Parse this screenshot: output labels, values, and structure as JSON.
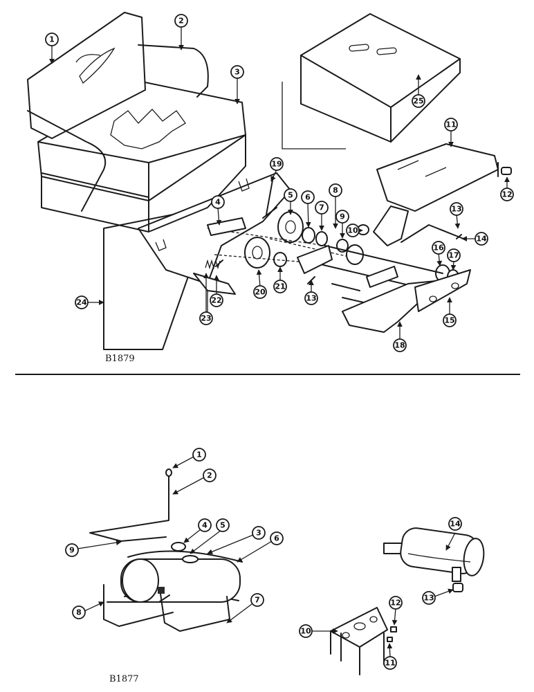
{
  "figures": [
    {
      "code": "B1879",
      "callouts": [
        "1",
        "2",
        "3",
        "4",
        "5",
        "6",
        "7",
        "8",
        "9",
        "10",
        "11",
        "12",
        "13",
        "14",
        "15",
        "16",
        "17",
        "18",
        "19",
        "20",
        "21",
        "22",
        "23",
        "24",
        "25",
        "13"
      ]
    },
    {
      "code": "B1877",
      "callouts": [
        "1",
        "2",
        "3",
        "4",
        "5",
        "6",
        "7",
        "8",
        "9",
        "10",
        "11",
        "12",
        "13",
        "14"
      ]
    }
  ]
}
